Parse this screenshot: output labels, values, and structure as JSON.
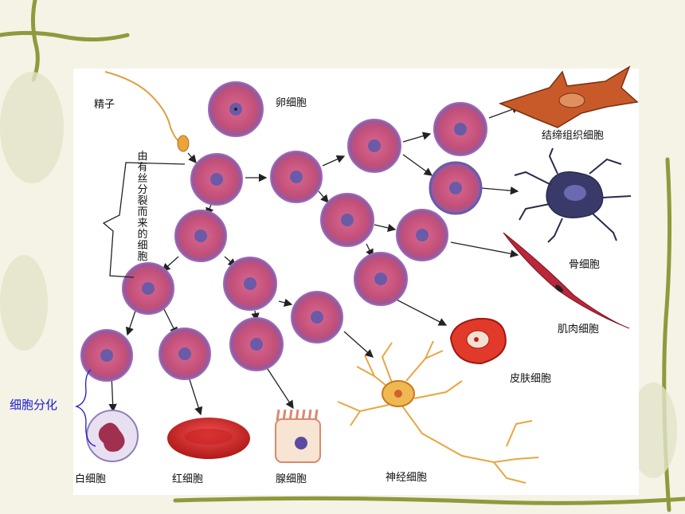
{
  "labels": {
    "sperm": "精子",
    "egg": "卵细胞",
    "mitosis_note": "由有丝分裂而来的细胞",
    "connective": "结缔组织细胞",
    "bone": "骨细胞",
    "muscle": "肌肉细胞",
    "skin": "皮肤细胞",
    "white_blood": "白细胞",
    "red_blood": "红细胞",
    "gland": "腺细胞",
    "nerve": "神经细胞",
    "differentiation": "细胞分化"
  },
  "colors": {
    "cell_fill": "#c8587e",
    "cell_rim": "#9c6ab4",
    "nucleus": "#6a5aa8",
    "arrow": "#222222",
    "label_blue": "#1a1ad0",
    "vine": "#8e9a3c",
    "red_blood": "#d42a2a",
    "nerve": "#e8a640",
    "muscle": "#b8283a"
  }
}
